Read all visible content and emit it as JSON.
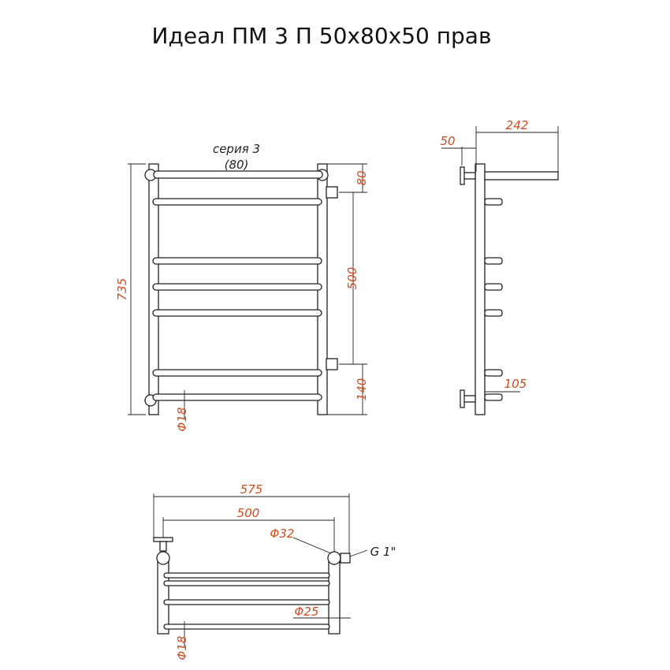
{
  "title": "Идеал ПМ 3 П 50х80х50 прав",
  "front_view": {
    "series_label": "серия 3",
    "series_sub": "(80)",
    "dim_height": "735",
    "dim_top": "80",
    "dim_axis": "500",
    "dim_bottom": "140",
    "dim_tube": "Φ18"
  },
  "side_view": {
    "dim_depth": "242",
    "dim_offset": "50",
    "dim_bottom": "105"
  },
  "top_view": {
    "dim_width": "575",
    "dim_axis": "500",
    "dim_collector": "Φ32",
    "dim_thread": "G 1\"",
    "dim_rung": "Φ25",
    "dim_tube": "Φ18"
  },
  "colors": {
    "dimension_text": "#d24a1e",
    "line": "#222222"
  }
}
